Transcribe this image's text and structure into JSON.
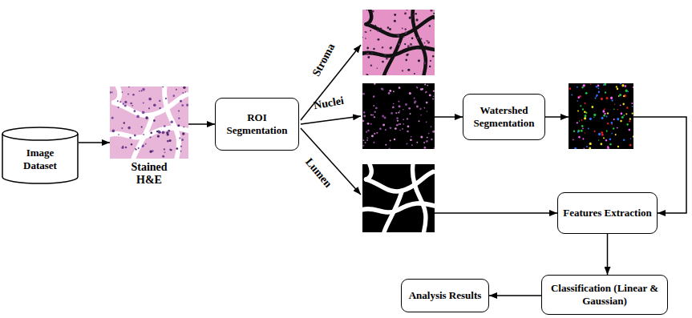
{
  "diagram": {
    "nodes": [
      {
        "text": [
          "Image Dataset"
        ]
      },
      {
        "text": [
          "Stained H&E"
        ]
      },
      {
        "text": [
          "ROI Segmentation"
        ]
      },
      {
        "text": [
          "Watershed Segmentation"
        ]
      },
      {
        "text": [
          "Features Extraction"
        ]
      },
      {
        "text": [
          "Classification (Linear & Gaussian)"
        ]
      },
      {
        "text": [
          "Analysis Results"
        ]
      }
    ],
    "edges": [
      {
        "from": 0,
        "to": 1,
        "arrow": "to"
      },
      {
        "from": 1,
        "to": 2,
        "arrow": "to"
      },
      {
        "from": 4,
        "to": 5,
        "arrow": "to"
      },
      {
        "from": 5,
        "to": 6,
        "arrow": "to"
      }
    ],
    "labels": [
      "Stroma",
      "Nuclei",
      "Lumen"
    ]
  }
}
